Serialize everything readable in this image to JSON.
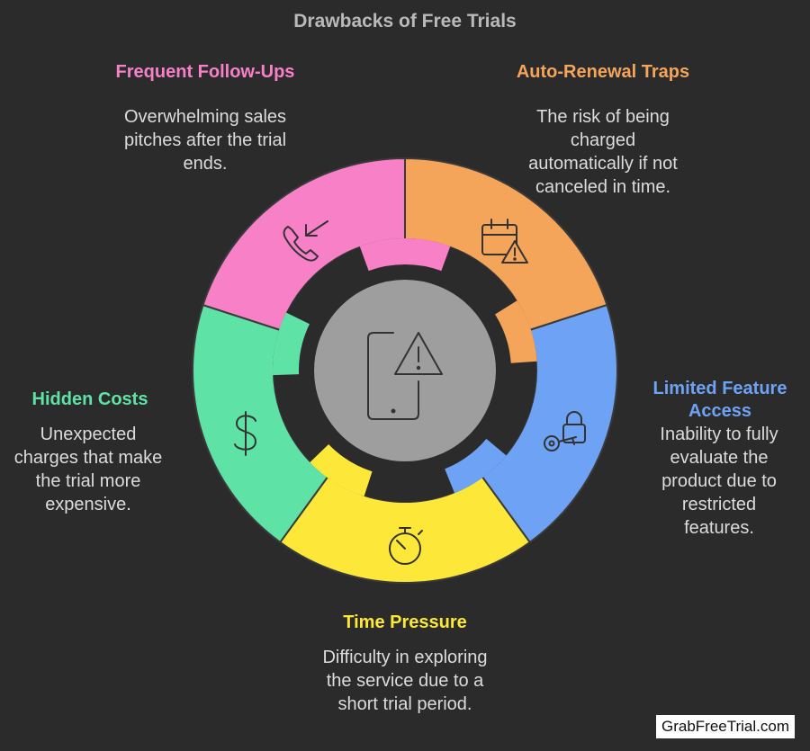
{
  "title": "Drawbacks of Free Trials",
  "segments": [
    {
      "key": "auto-renewal",
      "label": "Auto-Renewal Traps",
      "description": "The risk of being charged automatically if not canceled in time.",
      "color": "#f5a55a",
      "icon": "calendar-warning-icon"
    },
    {
      "key": "limited-access",
      "label": "Limited Feature Access",
      "description": "Inability to fully evaluate the product due to restricted features.",
      "color": "#6ea2f5",
      "icon": "key-lock-icon"
    },
    {
      "key": "time-pressure",
      "label": "Time Pressure",
      "description": "Difficulty in exploring the service due to a short trial period.",
      "color": "#fde83a",
      "icon": "stopwatch-icon"
    },
    {
      "key": "hidden-costs",
      "label": "Hidden Costs",
      "description": "Unexpected charges that make the trial more expensive.",
      "color": "#5fe2a6",
      "icon": "dollar-icon"
    },
    {
      "key": "follow-ups",
      "label": "Frequent Follow-Ups",
      "description": "Overwhelming sales pitches after the trial ends.",
      "color": "#f780c7",
      "icon": "phone-call-icon"
    }
  ],
  "center": {
    "icon": "phone-warning-icon",
    "color": "#9e9e9e"
  },
  "watermark": "GrabFreeTrial.com"
}
